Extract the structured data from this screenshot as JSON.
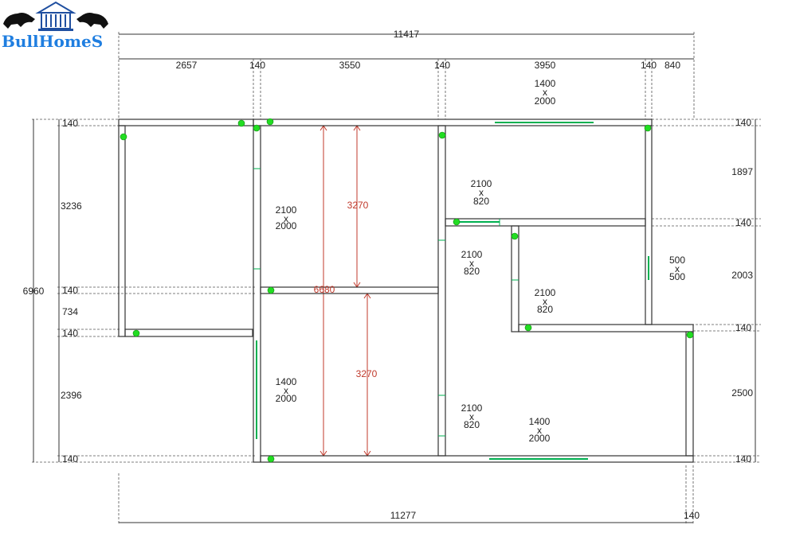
{
  "brand": {
    "name": "BullHomeS",
    "color": "#1f7ee0"
  },
  "colors": {
    "wall": "#333333",
    "opening": "#00b050",
    "dimension_red": "#c0392b"
  },
  "dimensions": {
    "top_total": "11417",
    "top_parts": [
      "2657",
      "140",
      "3550",
      "140",
      "3950",
      "140",
      "840"
    ],
    "bottom_total": "11277",
    "bottom_right": "140",
    "left_total": "6960",
    "left_parts": [
      "140",
      "3236",
      "140",
      "734",
      "140",
      "2396",
      "140"
    ],
    "right_parts": [
      "140",
      "1897",
      "140",
      "2003",
      "140",
      "2500",
      "140"
    ],
    "inner_vertical_top": "3270",
    "inner_vertical_bottom": "3270",
    "inner_vertical_total": "6680"
  },
  "openings": [
    {
      "w": "1400",
      "x": "x",
      "h": "2000"
    },
    {
      "w": "2100",
      "x": "x",
      "h": "2000"
    },
    {
      "w": "2100",
      "x": "x",
      "h": "820"
    },
    {
      "w": "2100",
      "x": "x",
      "h": "820"
    },
    {
      "w": "500",
      "x": "x",
      "h": "500"
    },
    {
      "w": "2100",
      "x": "x",
      "h": "820"
    },
    {
      "w": "1400",
      "x": "x",
      "h": "2000"
    },
    {
      "w": "2100",
      "x": "x",
      "h": "820"
    },
    {
      "w": "1400",
      "x": "x",
      "h": "2000"
    }
  ]
}
